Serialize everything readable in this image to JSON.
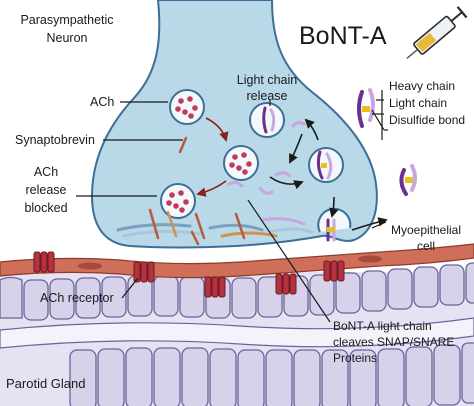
{
  "labels": {
    "neuron_line1": "Parasympathetic",
    "neuron_line2": "Neuron",
    "bont": "BoNT-A",
    "ach": "ACh",
    "synaptobrevin": "Synaptobrevin",
    "blocked_line1": "ACh",
    "blocked_line2": "release",
    "blocked_line3": "blocked",
    "light_release_line1": "Light chain",
    "light_release_line2": "release",
    "heavy_chain": "Heavy chain",
    "light_chain": "Light chain",
    "disulfide_bond": "Disulfide bond",
    "myo_line1": "Myoepithelial",
    "myo_line2": "cell",
    "ach_receptor": "ACh receptor",
    "cleave_line1": "BoNT-A light chain",
    "cleave_line2": "cleaves SNAP/SNARE",
    "cleave_line3": "Proteins",
    "gland": "Parotid Gland"
  },
  "colors": {
    "neuron_fill": "#b9d9e8",
    "neuron_stroke": "#3d6f96",
    "vesicle_fill": "#f4f8fb",
    "ach_dot": "#c03a5a",
    "heavy_chain": "#6a2f8f",
    "light_chain": "#c9a6e0",
    "disulfide": "#e8c21a",
    "myo_cell": "#cf6f5a",
    "receptor": "#b3323d",
    "gland_cell": "#d7d2ea",
    "gland_stroke": "#6b649a",
    "arrow_red": "#8b1e1e"
  },
  "icons": [
    "syringe-icon",
    "bont-toxin-icon",
    "ach-vesicle-icon",
    "ach-receptor-icon",
    "snare-protein-icon"
  ]
}
